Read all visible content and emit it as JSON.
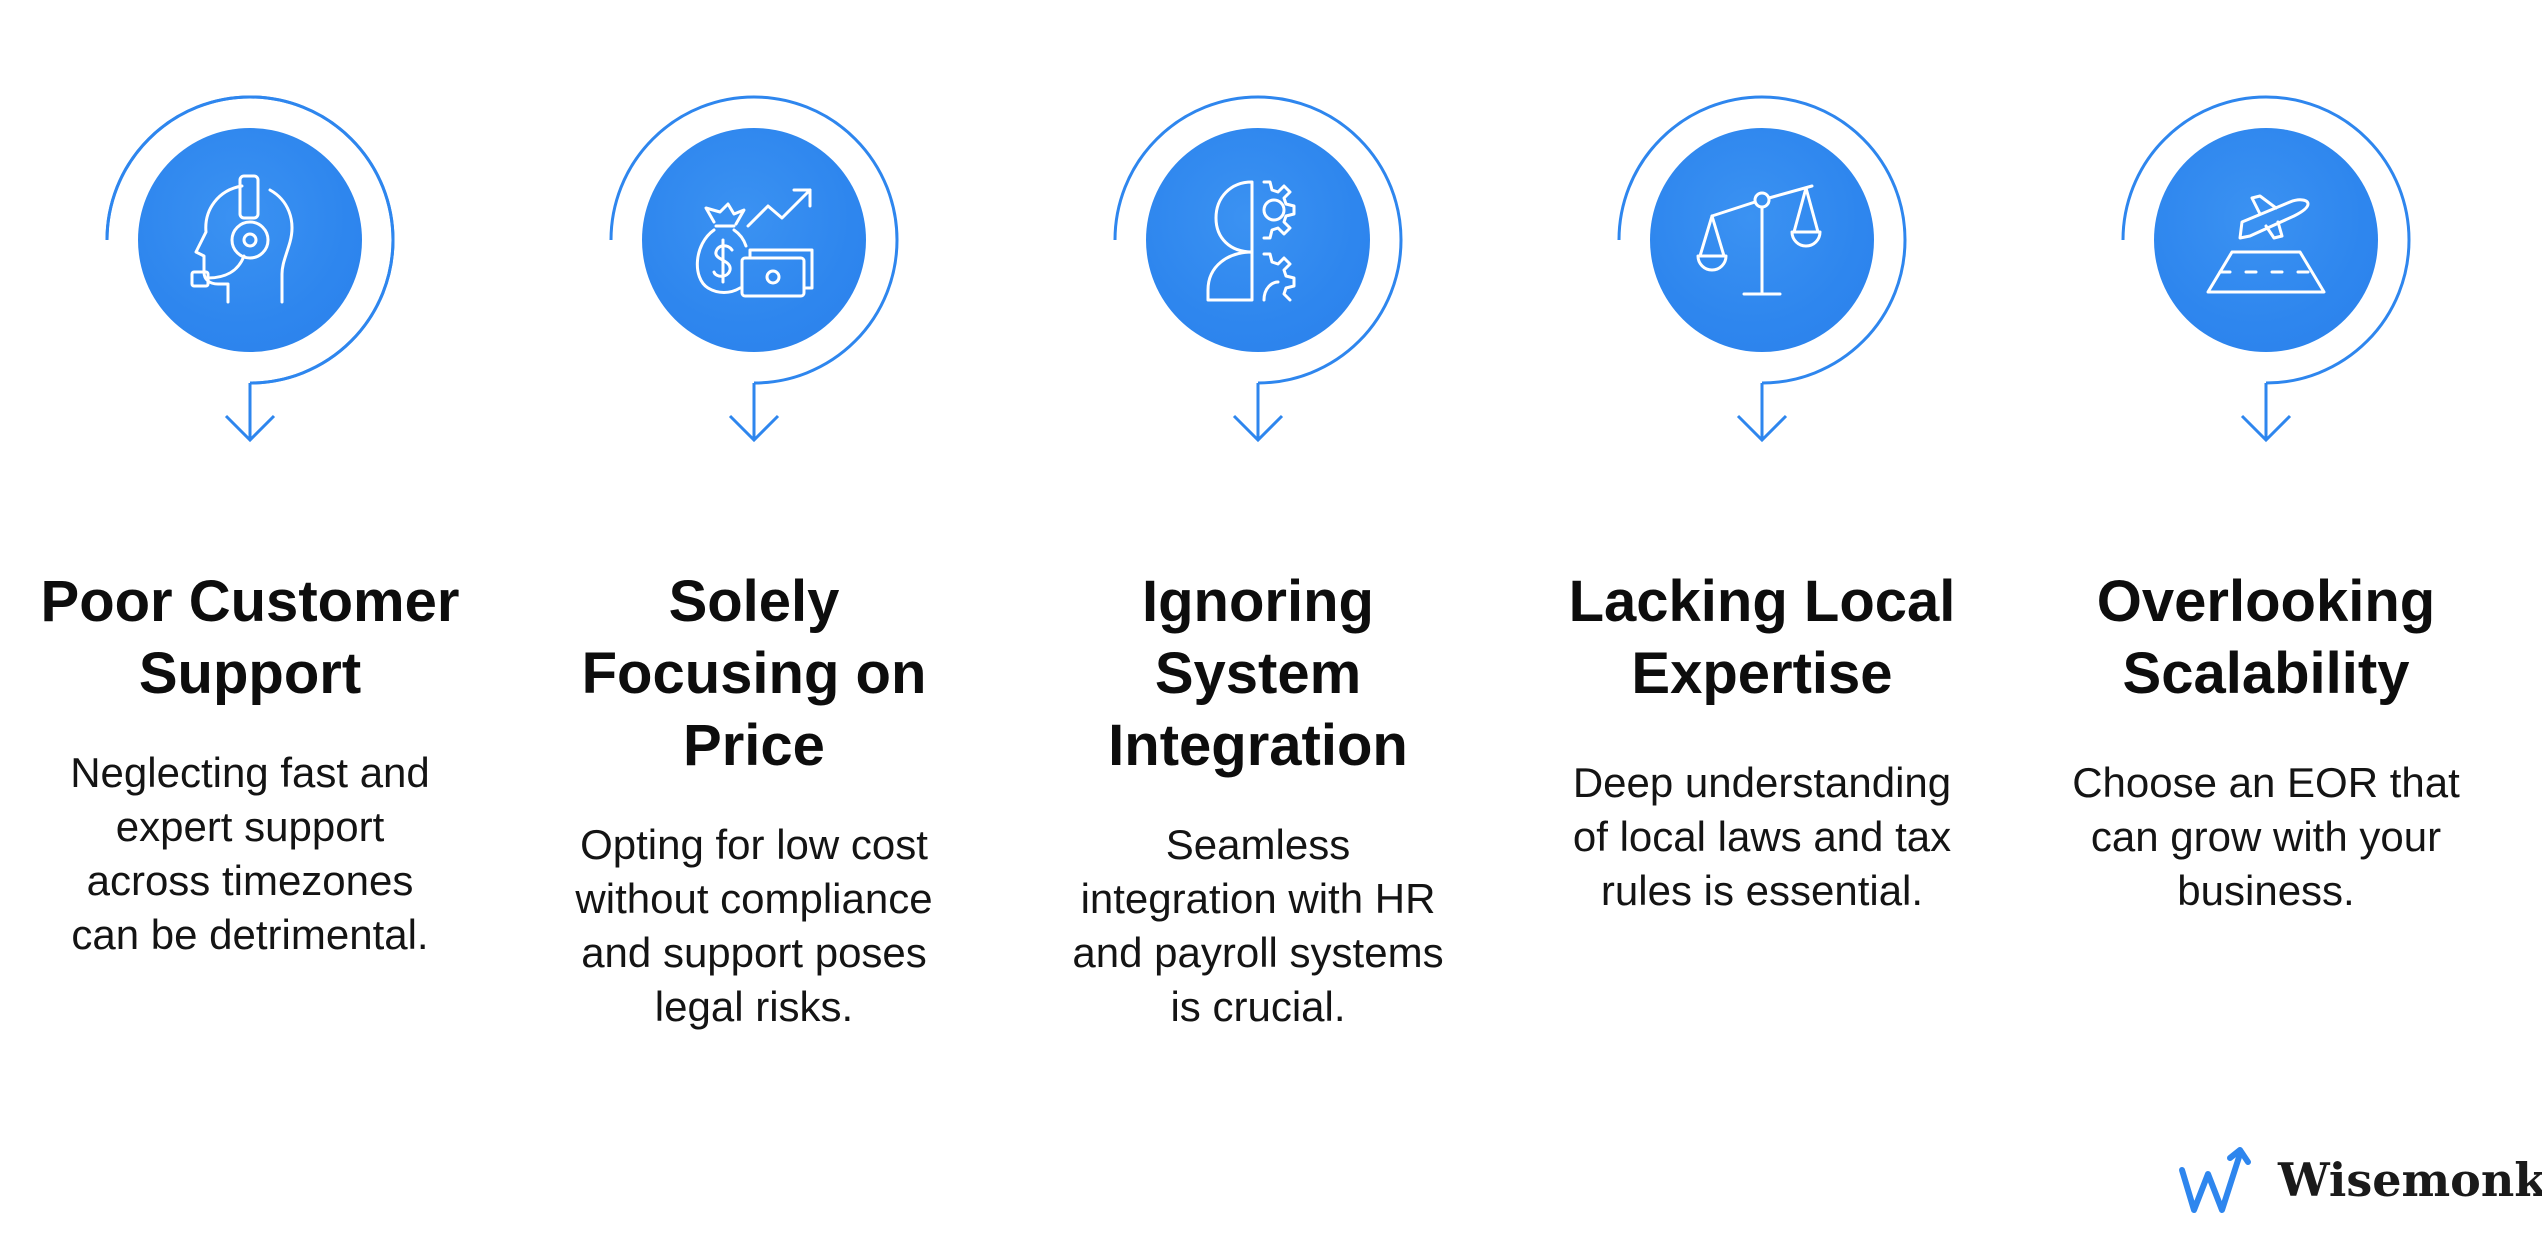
{
  "accent_color": "#2e86ee",
  "steps": [
    {
      "icon": "headset-support-icon",
      "title_lines": [
        "Poor Customer",
        "Support"
      ],
      "desc_lines": [
        "Neglecting fast and",
        "expert support",
        "across timezones",
        "can be detrimental."
      ]
    },
    {
      "icon": "money-price-icon",
      "title_lines": [
        "Solely",
        "Focusing on",
        "Price"
      ],
      "desc_lines": [
        "Opting for low cost",
        "without compliance",
        "and support poses",
        "legal risks."
      ]
    },
    {
      "icon": "gear-head-integration-icon",
      "title_lines": [
        "Ignoring",
        "System",
        "Integration"
      ],
      "desc_lines": [
        "Seamless",
        "integration with HR",
        "and payroll systems",
        "is crucial."
      ]
    },
    {
      "icon": "scales-law-icon",
      "title_lines": [
        "Lacking Local",
        "Expertise"
      ],
      "desc_lines": [
        "Deep understanding",
        "of local laws and tax",
        "rules is essential."
      ]
    },
    {
      "icon": "airplane-runway-icon",
      "title_lines": [
        "Overlooking",
        "Scalability"
      ],
      "desc_lines": [
        "Choose an EOR that",
        "can grow with your",
        "business."
      ]
    }
  ],
  "brand": {
    "name": "Wisemonk",
    "icon": "wisemonk-logo-icon"
  }
}
